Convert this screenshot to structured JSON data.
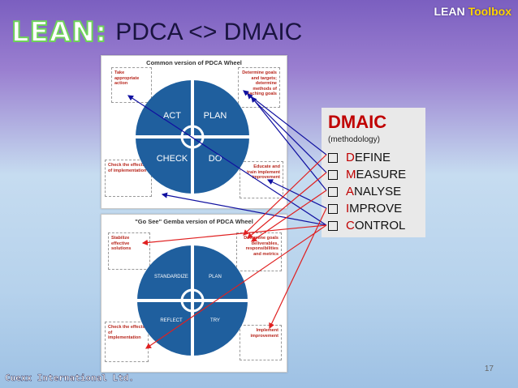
{
  "brand": {
    "word1": "LEAN",
    "word2": "Toolbox"
  },
  "title": {
    "lean": "LEAN:",
    "main": "PDCA <> DMAIC"
  },
  "panel1": {
    "title": "Common version of PDCA Wheel",
    "quadrants": {
      "act": "ACT",
      "plan": "PLAN",
      "check": "CHECK",
      "do": "DO"
    },
    "notes": {
      "top_left": "Take appropriate action",
      "top_right": "Determine goals and targets; determine methods of reaching goals",
      "bottom_left": "Check the effects of implementation",
      "bottom_right": "Educate and train implement improvement"
    }
  },
  "panel2": {
    "title": "\"Go See\" Gemba version of PDCA Wheel",
    "quadrants": {
      "standardize": "STANDARDIZE",
      "plan": "PLAN",
      "reflect": "REFLECT",
      "try": "TRY"
    },
    "notes": {
      "top_left": "Stabilize effective solutions",
      "top_right": "Determine goals deliverables, responsibilities and metrics",
      "bottom_left": "Check the effects of implementation",
      "bottom_right": "Implement improvement"
    }
  },
  "dmaic": {
    "title": "DMAIC",
    "subtitle": "(methodology)",
    "items": [
      {
        "first": "D",
        "rest": "EFINE"
      },
      {
        "first": "M",
        "rest": "EASURE"
      },
      {
        "first": "A",
        "rest": "NALYSE"
      },
      {
        "first": "I",
        "rest": "MPROVE"
      },
      {
        "first": "C",
        "rest": "ONTROL"
      }
    ]
  },
  "footer": {
    "company": "Cuexx International Ltd.",
    "page": "17"
  },
  "colors": {
    "wheel": "#1f5f9e",
    "red_arrow": "#e02020",
    "blue_arrow": "#1010a0",
    "dmaic_red": "#c00000"
  }
}
